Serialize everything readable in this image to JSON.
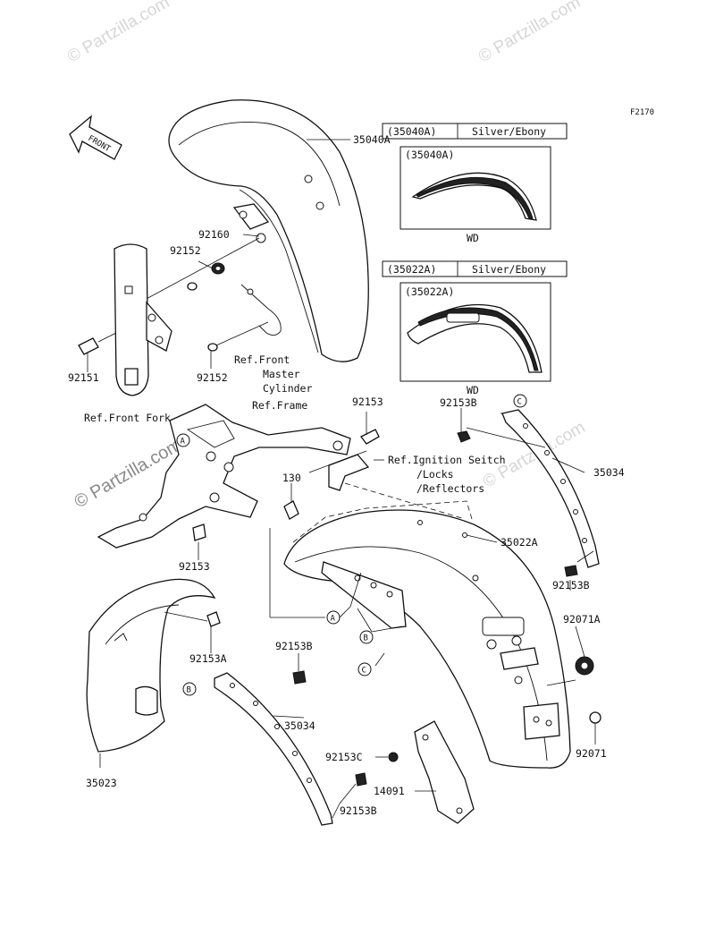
{
  "figure_id": "F2170",
  "watermarks": {
    "small": "© Partzilla.com",
    "large": "© Partzilla.com"
  },
  "front_label": "FRONT",
  "variants": [
    {
      "part": "(35040A)",
      "color": "Silver/Ebony",
      "inner": "(35040A)",
      "caption": "WD"
    },
    {
      "part": "(35022A)",
      "color": "Silver/Ebony",
      "inner": "(35022A)",
      "caption": "WD"
    }
  ],
  "callouts": {
    "c35040A": "35040A",
    "c92160": "92160",
    "c92152a": "92152",
    "c92151": "92151",
    "c92152b": "92152",
    "refMasterCylinder": [
      "Ref.Front",
      "Master",
      "Cylinder"
    ],
    "refFrontFork": "Ref.Front Fork",
    "refFrame": "Ref.Frame",
    "c92153top": "92153",
    "c92153B_top": "92153B",
    "refIgnition": [
      "Ref.Ignition Seitch",
      "/Locks",
      "/Reflectors"
    ],
    "c35034_right": "35034",
    "c130": "130",
    "c35022A": "35022A",
    "c92153_left": "92153",
    "c92153B_right": "92153B",
    "c92071A": "92071A",
    "c92153A": "92153A",
    "c92153B_mid": "92153B",
    "c35034_left": "35034",
    "c92153C": "92153C",
    "c92071": "92071",
    "c35023": "35023",
    "c14091": "14091",
    "c92153B_bottom": "92153B"
  },
  "ref_letters": [
    "A",
    "B",
    "C"
  ]
}
